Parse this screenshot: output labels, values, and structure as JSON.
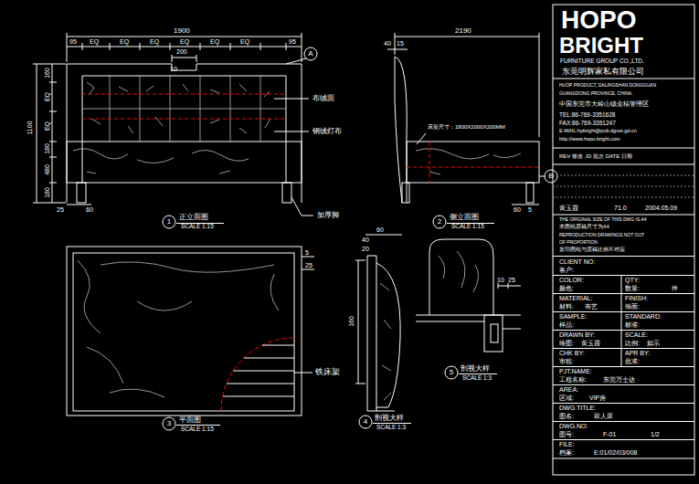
{
  "diagram": {
    "labels": [
      "1900",
      "95",
      "EQ",
      "EQ",
      "EQ",
      "EQ",
      "EQ",
      "EQ",
      "95",
      "200",
      "10",
      "A",
      "1100",
      "160",
      "EQ",
      "EQ",
      "180",
      "480",
      "180",
      "25",
      "60",
      "布绒面",
      "钢绒灯布",
      "加厚脚",
      "1",
      "正立面图",
      "SCALE 1:15",
      "2190",
      "40",
      "15",
      "床架尺寸：1800X2000X200MM",
      "B",
      "60",
      "5",
      "2",
      "侧立面图",
      "SCALE 1:15",
      "5",
      "25",
      "铁床架",
      "3",
      "平面图",
      "SCALE 1:15",
      "60",
      "40",
      "20",
      "160",
      "4",
      "剖视大样",
      "SCALE 1:3",
      "10",
      "25",
      "5",
      "剖视大样",
      "SCALE 1:3",
      "HOPO",
      "BRIGHT",
      "FURNITURE GROUP CO.,LTD.",
      "东莞明辉家私有限公司",
      "HUOP PRODUCT, DALINGSHAN DONGGUAN",
      "GUANGDONG PROVINCE, CHINA.",
      "中国东莞市大岭山镇金桔管理区",
      "TEL:86-769-3351628",
      "FAX:86-769-3351247",
      "E-MAIL:hpbright@pub.dgnet.gd.cn",
      "http://www.hopo-bright.com",
      "REV 修改 ,ID 批次 DATE 日期",
      "黄玉霞",
      "71.0",
      "2004.05.09",
      "THE ORIGINAL SIZE OF THIS DWG IS A4",
      "本图纸原稿尺寸为A4",
      "REPRODUCTION DRAWINGS NOT OUT",
      "OF PROPORTION",
      "复印图纸与原稿比例不对应",
      "CLIENT NO:",
      "客户:",
      "COLOR:",
      "QTY:",
      "颜色:",
      "数量:",
      "件",
      "MATERIAL:",
      "FINISH:",
      "材料:",
      "布艺",
      "饰面:",
      "SAMPLE:",
      "STANDARD:",
      "样品:",
      "标准:",
      "DRAWN BY:",
      "SCALE:",
      "绘图:",
      "黄玉霞",
      "比例:",
      "如示",
      "CHK BY:",
      "APR BY:",
      "审核:",
      "批准:",
      "PJT.NAME:",
      "工程名称:",
      "东莞万士达",
      "AREA:",
      "区域:",
      "VIP房",
      "DWG.TITLE:",
      "图名:",
      "双人床",
      "DWG.NO:",
      "图号:",
      "F-01",
      "1/2",
      "FILE:",
      "档案:",
      "E:01/02/03/008"
    ]
  }
}
